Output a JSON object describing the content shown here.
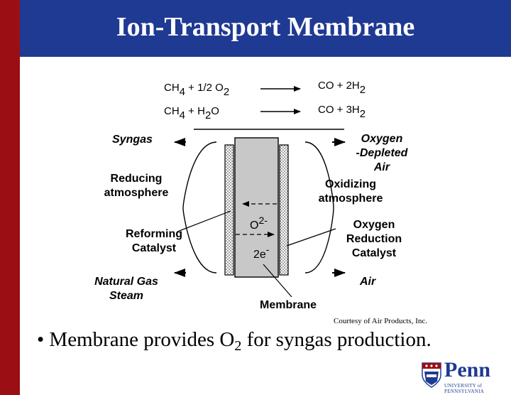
{
  "title": "Ion-Transport Membrane",
  "reactions": [
    {
      "left": "CH",
      "left_sub": "4",
      "left_rest": " + 1/2 O",
      "left_rest_sub": "2",
      "right": "CO + 2H",
      "right_sub": "2"
    },
    {
      "left": "CH",
      "left_sub": "4",
      "left_rest": " + H",
      "left_rest_sub": "2",
      "left_tail": "O",
      "right": "CO + 3H",
      "right_sub": "2"
    }
  ],
  "labels": {
    "syngas": "Syngas",
    "reducing_line1": "Reducing",
    "reducing_line2": "atmosphere",
    "reforming_line1": "Reforming",
    "reforming_line2": "Catalyst",
    "natural_gas_line1": "Natural Gas",
    "natural_gas_line2": "Steam",
    "oxygen_depleted_line1": "Oxygen",
    "oxygen_depleted_line2": "-Depleted",
    "oxygen_depleted_line3": "Air",
    "oxidizing_line1": "Oxidizing",
    "oxidizing_line2": "atmosphere",
    "oxygen_reduction_line1": "Oxygen",
    "oxygen_reduction_line2": "Reduction",
    "oxygen_reduction_line3": "Catalyst",
    "air": "Air",
    "membrane": "Membrane",
    "oxide_ion": "O",
    "oxide_charge": "2-",
    "electrons": "2e",
    "electron_charge": "-"
  },
  "courtesy": "Courtesy of Air Products, Inc.",
  "bullet": {
    "prefix": "• Membrane provides O",
    "sub": "2",
    "suffix": " for syngas production."
  },
  "logo": {
    "name": "Penn",
    "subtitle": "UNIVERSITY of PENNSYLVANIA"
  },
  "colors": {
    "header": "#1f3a93",
    "sidebar": "#9b0f14",
    "membrane_fill": "#c8c8c8"
  }
}
